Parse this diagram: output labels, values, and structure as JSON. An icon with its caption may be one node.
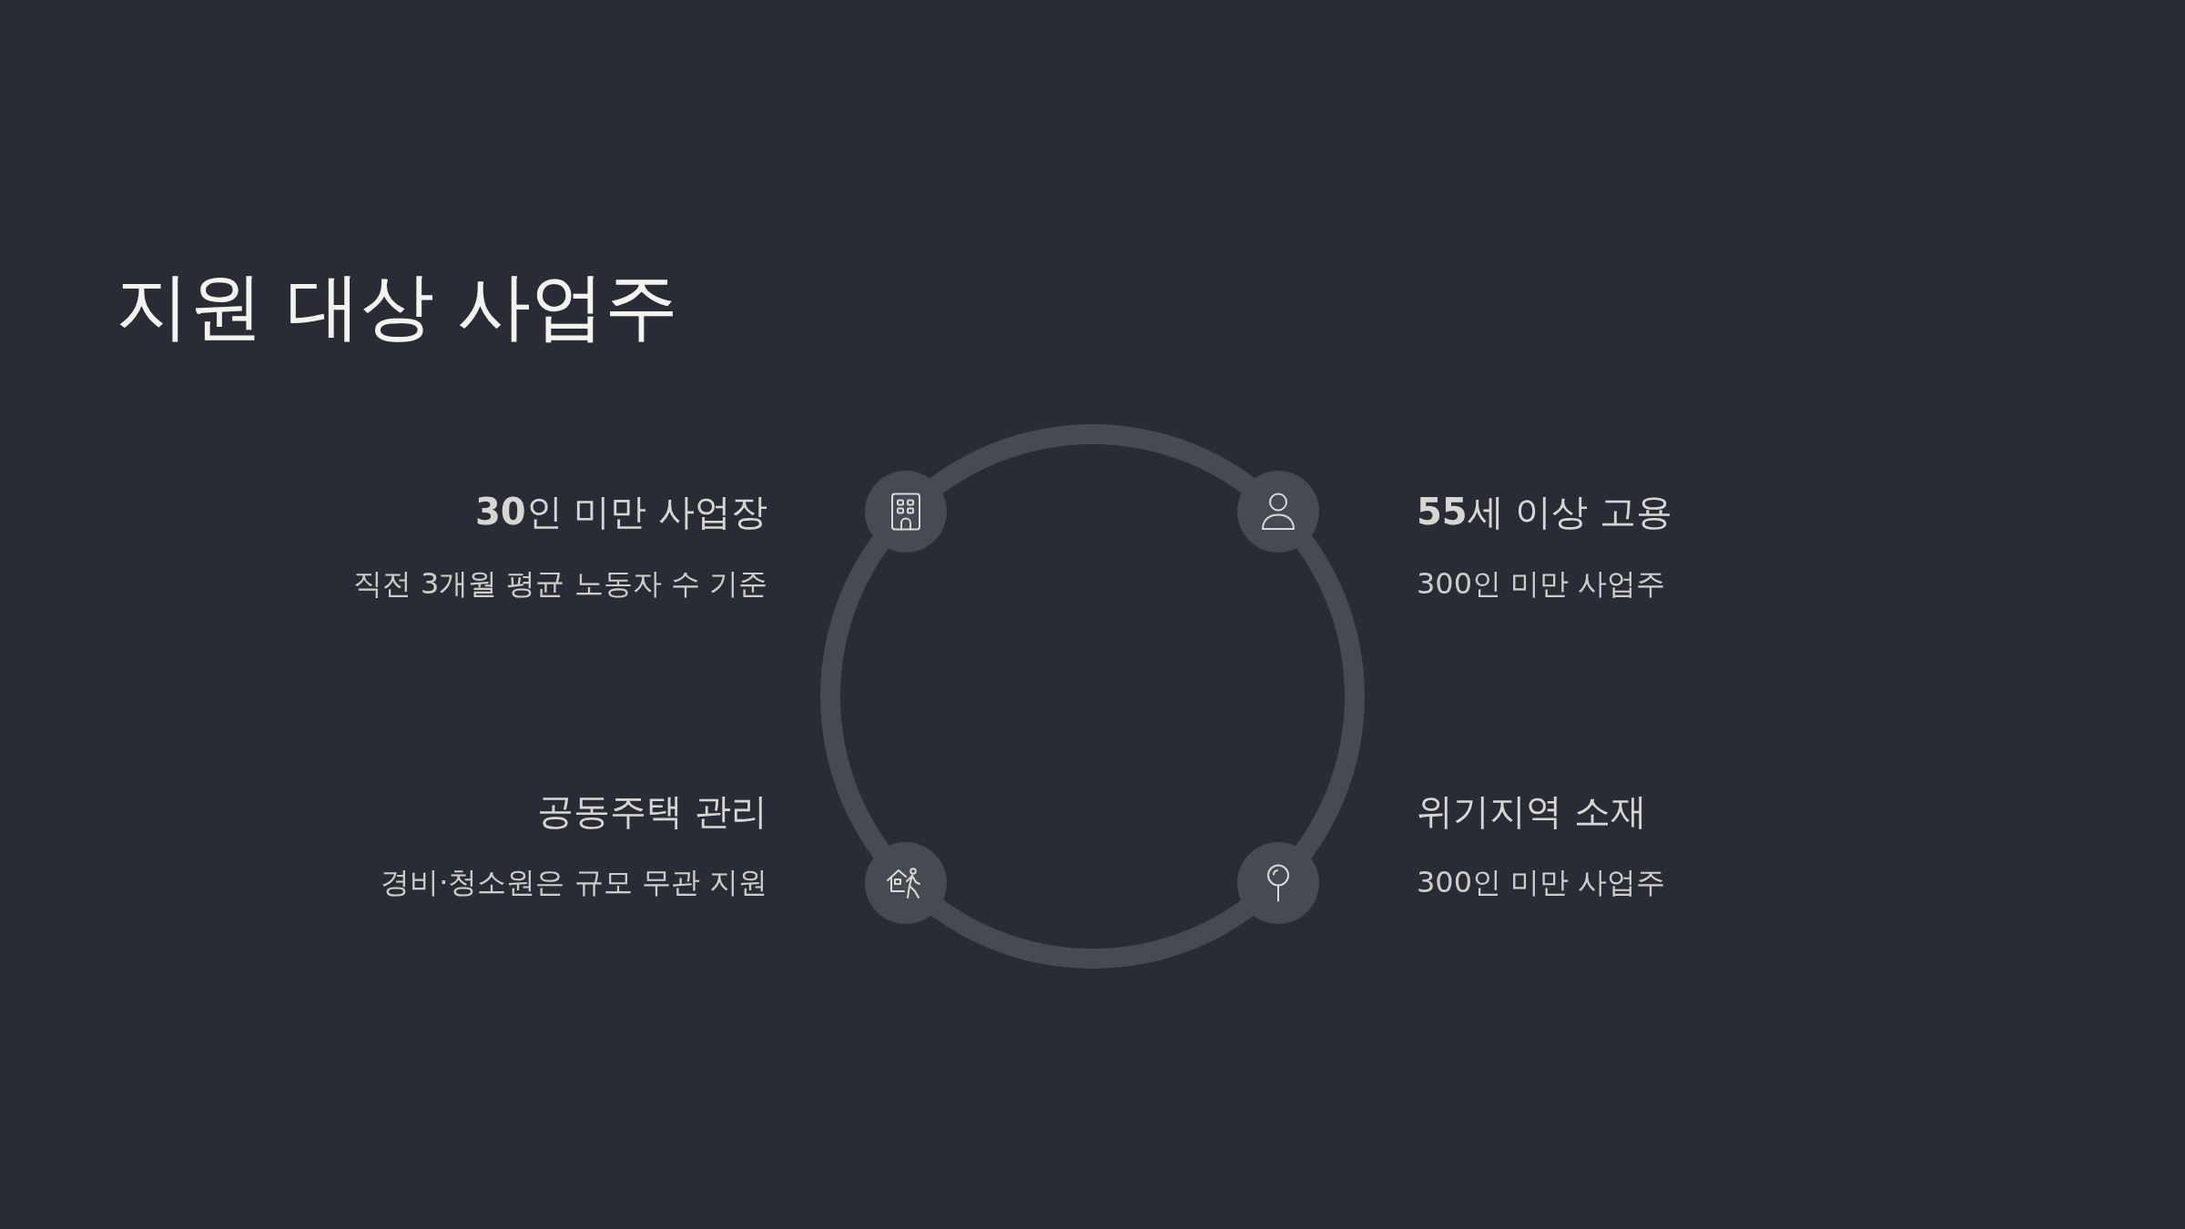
{
  "diagram": {
    "title": "지원 대상 사업주",
    "labels": [
      "**30**인 미만 사업장",
      "직전 3개월 평균 노동자 수 기준",
      "**55**세 이상 고용",
      "300인 미만 사업주",
      "공동주택 관리",
      "경비·청소원은 규모 무관 지원",
      "위기지역 소재",
      "300인 미만 사업주"
    ]
  }
}
